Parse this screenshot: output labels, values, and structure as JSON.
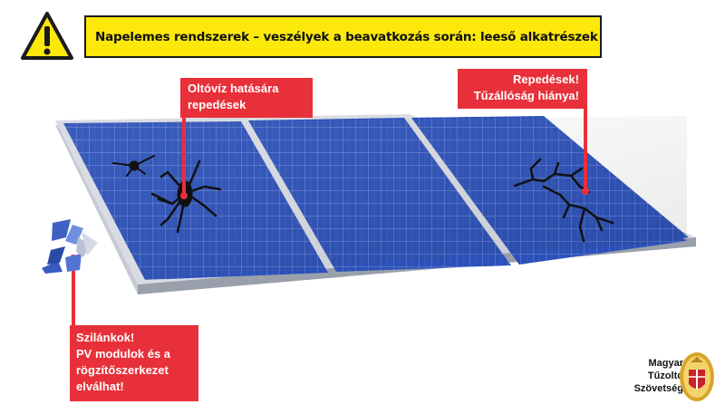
{
  "header": {
    "title": "Napelemes rendszerek – veszélyek a beavatkozás során: leeső alkatrészek",
    "warning_icon": "warning-triangle-icon"
  },
  "callouts": {
    "top_left": {
      "line1": "Oltóvíz hatására",
      "line2": "repedések"
    },
    "top_right": {
      "line1": "Repedések!",
      "line2": "Tűzállóság hiánya!"
    },
    "bottom_left": {
      "line1": "Szilánkok!",
      "line2": "PV modulok és a",
      "line3": "rögzítőszerkezet",
      "line4": "elválhat!"
    }
  },
  "footer": {
    "org_line1": "Magyar",
    "org_line2": "Tűzoltó",
    "org_line3": "Szövetség",
    "emblem_icon": "coat-of-arms-emblem"
  },
  "colors": {
    "accent_red": "#e8303a",
    "title_yellow": "#fce80a",
    "panel_blue": "#2a4fb5"
  }
}
